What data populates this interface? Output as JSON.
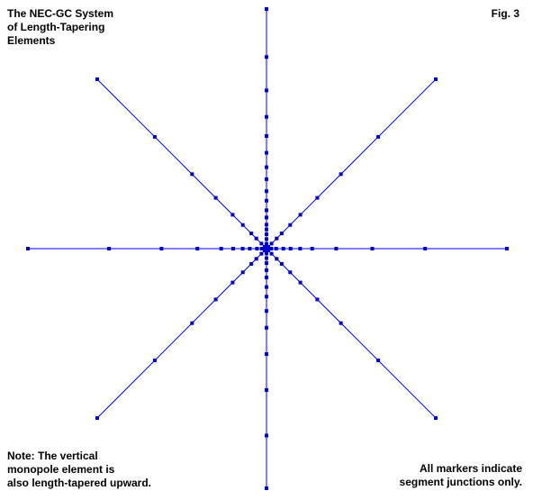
{
  "title_lines": [
    "The NEC-GC System",
    "of Length-Tapering",
    "Elements"
  ],
  "figure_label": "Fig. 3",
  "note_lines": [
    "Note:  The vertical",
    "monopole element is",
    "also length-tapered upward."
  ],
  "markers_note_lines": [
    "All markers indicate",
    "segment junctions only."
  ],
  "colors": {
    "line": "#0000ff",
    "marker": "#0000cc",
    "text": "#000000",
    "background": "#ffffff"
  },
  "elements": [
    {
      "name": "vertical-up",
      "direction": "north",
      "junction_fractions": [
        0.02,
        0.04,
        0.06,
        0.08,
        0.1,
        0.13,
        0.16,
        0.2,
        0.24,
        0.29,
        0.34,
        0.4,
        0.47,
        0.55,
        0.66,
        0.8,
        1.0
      ]
    },
    {
      "name": "vertical-down",
      "direction": "south",
      "junction_fractions": [
        0.02,
        0.04,
        0.06,
        0.09,
        0.12,
        0.16,
        0.2,
        0.26,
        0.33,
        0.44,
        0.59,
        0.78,
        1.0
      ]
    },
    {
      "name": "horizontal-left",
      "direction": "west",
      "junction_fractions": [
        0.02,
        0.04,
        0.07,
        0.1,
        0.14,
        0.19,
        0.29,
        0.44,
        0.66,
        1.0
      ]
    },
    {
      "name": "horizontal-right",
      "direction": "east",
      "junction_fractions": [
        0.02,
        0.04,
        0.07,
        0.1,
        0.14,
        0.19,
        0.29,
        0.44,
        0.66,
        1.0
      ]
    },
    {
      "name": "diagonal-up-left",
      "direction": "northwest",
      "junction_fractions": [
        0.03,
        0.06,
        0.09,
        0.14,
        0.2,
        0.3,
        0.44,
        0.66,
        1.0
      ]
    },
    {
      "name": "diagonal-up-right",
      "direction": "northeast",
      "junction_fractions": [
        0.03,
        0.06,
        0.09,
        0.14,
        0.2,
        0.3,
        0.44,
        0.66,
        1.0
      ]
    },
    {
      "name": "diagonal-down-left",
      "direction": "southwest",
      "junction_fractions": [
        0.03,
        0.06,
        0.09,
        0.14,
        0.2,
        0.3,
        0.44,
        0.66,
        1.0
      ]
    },
    {
      "name": "diagonal-down-right",
      "direction": "southeast",
      "junction_fractions": [
        0.03,
        0.06,
        0.09,
        0.14,
        0.2,
        0.3,
        0.44,
        0.66,
        1.0
      ]
    }
  ]
}
